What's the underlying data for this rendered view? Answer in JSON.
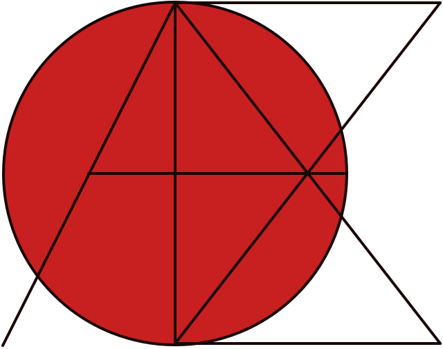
{
  "colors": {
    "background": "#ffffff",
    "circle_fill": "#c82020",
    "stroke": "#1a0505"
  },
  "figure": {
    "shapes": [
      "circle",
      "triangle",
      "zigzag-line",
      "diagonal-line",
      "horizontal-line",
      "vertical-line"
    ]
  }
}
